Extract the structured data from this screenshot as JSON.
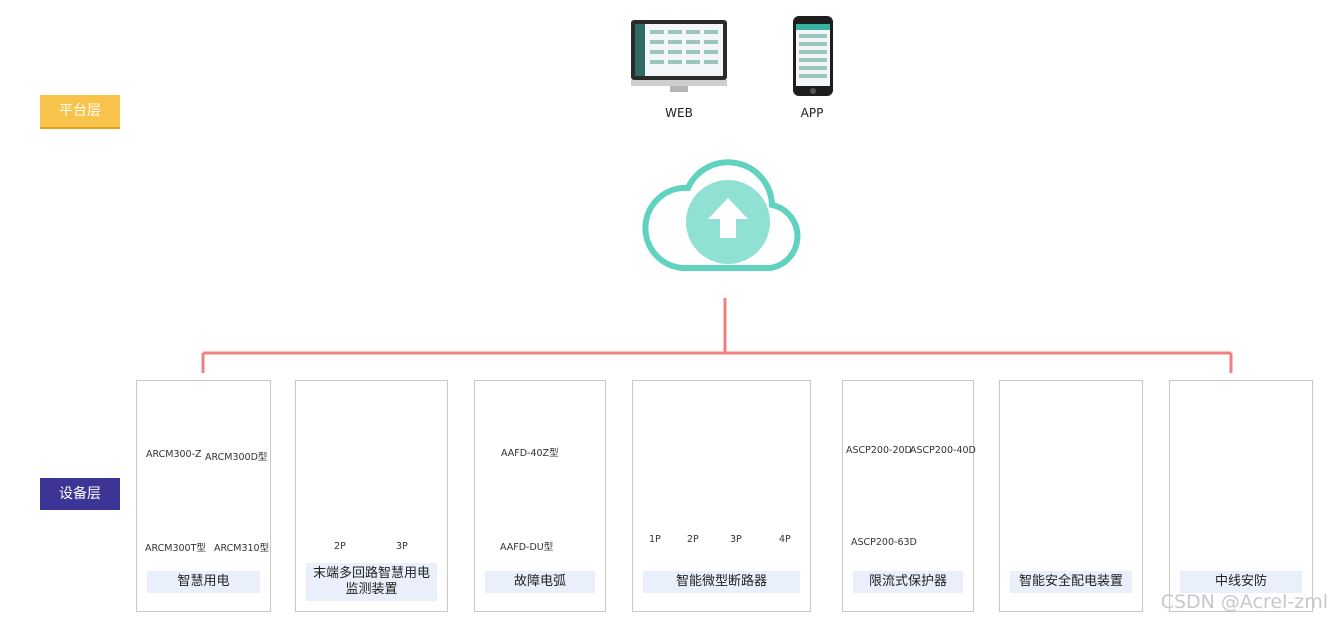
{
  "layers": {
    "platform": "平台层",
    "device": "设备层"
  },
  "platform_devices": {
    "web": "WEB",
    "app": "APP"
  },
  "colors": {
    "platform_tag": "#f7c34a",
    "device_tag": "#3d3596",
    "cloud": "#5fd3bf",
    "connector": "#f08080",
    "card_title_bg": "#eaf0fb"
  },
  "cards": [
    {
      "title": "智慧用电",
      "captions": [
        "ARCM300-Z",
        "ARCM300D型",
        "ARCM300T型",
        "ARCM310型"
      ]
    },
    {
      "title": "末端多回路智慧用电监测装置",
      "captions": [
        "2P",
        "3P"
      ]
    },
    {
      "title": "故障电弧",
      "captions": [
        "AAFD-40Z型",
        "AAFD-DU型"
      ]
    },
    {
      "title": "智能微型断路器",
      "captions": [
        "1P",
        "2P",
        "3P",
        "4P"
      ]
    },
    {
      "title": "限流式保护器",
      "captions": [
        "ASCP200-20D",
        "ASCP200-40D",
        "ASCP200-63D"
      ]
    },
    {
      "title": "智能安全配电装置",
      "captions": []
    },
    {
      "title": "中线安防",
      "captions": []
    }
  ],
  "watermark": "CSDN @Acrel-zml"
}
